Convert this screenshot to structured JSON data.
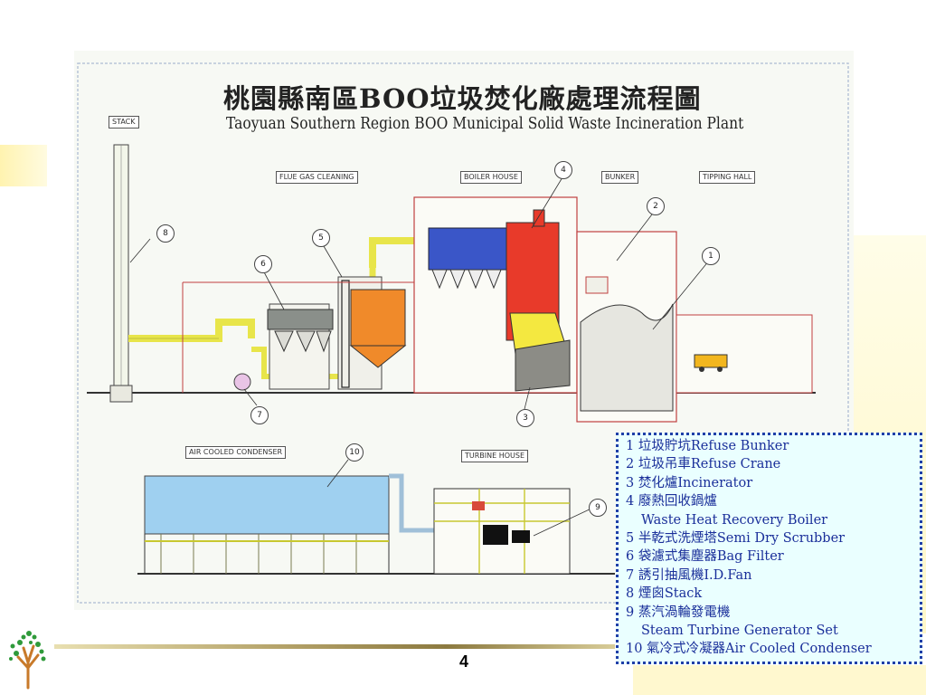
{
  "diagram": {
    "title_zh": "桃園縣南區BOO垃圾焚化廠處理流程圖",
    "title_en": "Taoyuan Southern Region BOO Municipal Solid Waste Incineration Plant",
    "section_labels": {
      "stack": "STACK",
      "flue_gas": "FLUE GAS CLEANING",
      "boiler_house": "BOILER HOUSE",
      "bunker": "BUNKER",
      "tipping_hall": "TIPPING HALL",
      "air_cooled": "AIR COOLED CONDENSER",
      "turbine_house": "TURBINE HOUSE"
    },
    "callouts": [
      "1",
      "2",
      "3",
      "4",
      "5",
      "6",
      "7",
      "8",
      "9",
      "10"
    ]
  },
  "legend": {
    "items": [
      "1 垃圾貯坑Refuse Bunker",
      "2 垃圾吊車Refuse Crane",
      "3 焚化爐Incinerator",
      "4 廢熱回收鍋爐",
      "Waste Heat Recovery Boiler",
      "5 半乾式洗煙塔Semi Dry Scrubber",
      "6 袋濾式集塵器Bag Filter",
      "7 誘引抽風機I.D.Fan",
      "8 煙囪Stack",
      "9 蒸汽渦輪發電機",
      "Steam Turbine Generator Set",
      "10 氣冷式冷凝器Air Cooled Condenser"
    ]
  },
  "footer": {
    "page_number": "4"
  },
  "colors": {
    "legend_text": "#1a2f9a",
    "legend_border": "#1f3fa8",
    "legend_bg": "#eaffff"
  }
}
